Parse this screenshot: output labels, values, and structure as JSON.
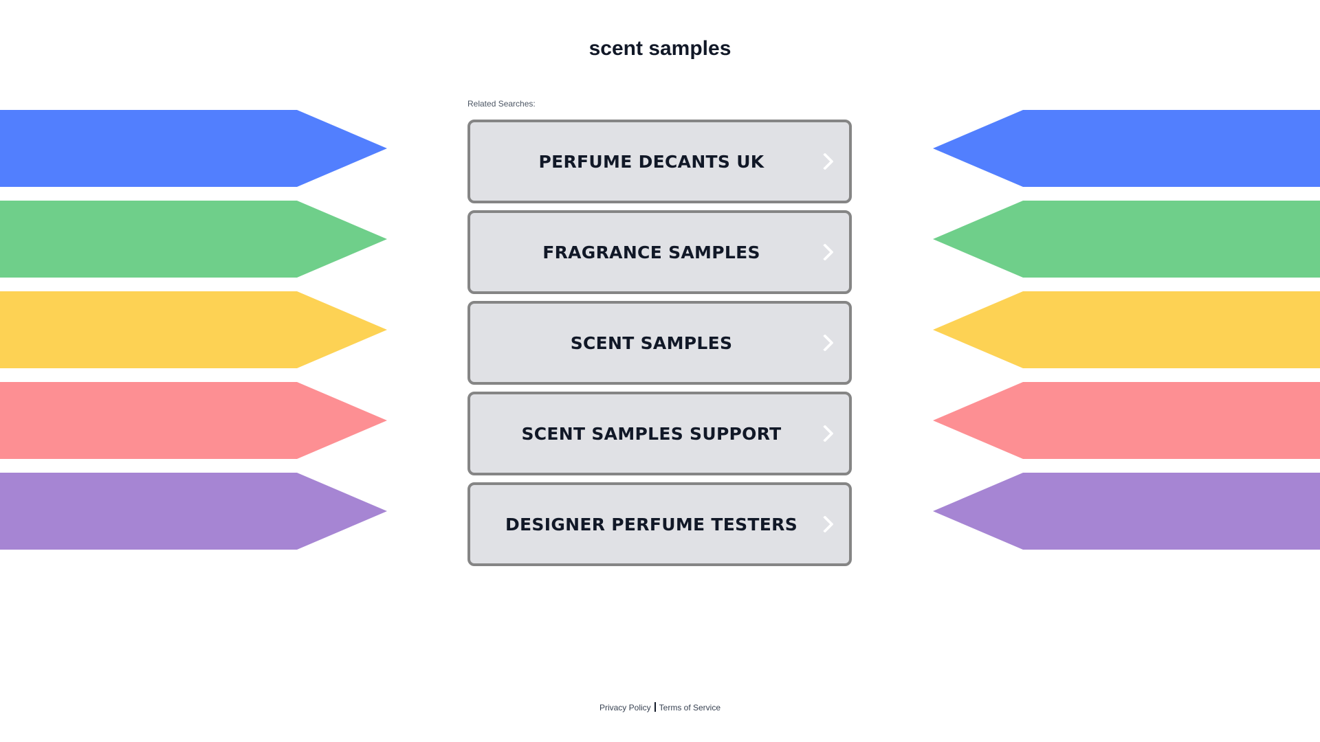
{
  "page": {
    "title": "scent samples",
    "related_label": "Related Searches:"
  },
  "arrows": {
    "colors": [
      "#527ffe",
      "#6fcf8a",
      "#fdd254",
      "#fd8f93",
      "#a685d3"
    ]
  },
  "searches": [
    {
      "label": "PERFUME DECANTS UK",
      "icon": "chevron-right-icon"
    },
    {
      "label": "FRAGRANCE SAMPLES",
      "icon": "chevron-right-icon"
    },
    {
      "label": "SCENT SAMPLES",
      "icon": "chevron-right-icon"
    },
    {
      "label": "SCENT SAMPLES SUPPORT",
      "icon": "chevron-right-icon"
    },
    {
      "label": "DESIGNER PERFUME TESTERS",
      "icon": "chevron-right-icon"
    }
  ],
  "footer": {
    "privacy": "Privacy Policy",
    "terms": "Terms of Service"
  },
  "colors": {
    "box_bg": "#e0e1e5",
    "box_border": "#858585",
    "text": "#111827"
  }
}
